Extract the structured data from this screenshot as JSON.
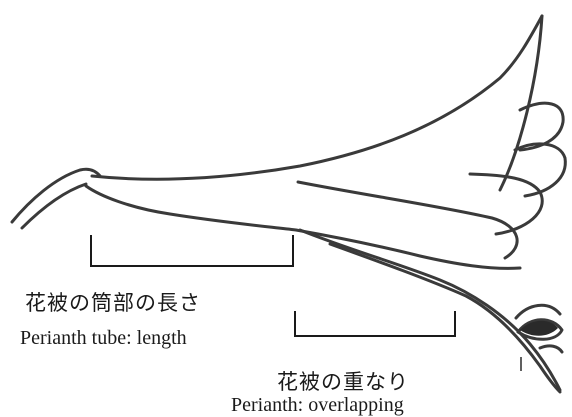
{
  "labels": {
    "tube_jp": "花被の筒部の長さ",
    "tube_en": "Perianth tube: length",
    "overlap_jp": "花被の重なり",
    "overlap_en": "Perianth: overlapping"
  },
  "colors": {
    "line": "#3a3a3a",
    "bracket": "#1a1a1a",
    "background": "#ffffff"
  }
}
